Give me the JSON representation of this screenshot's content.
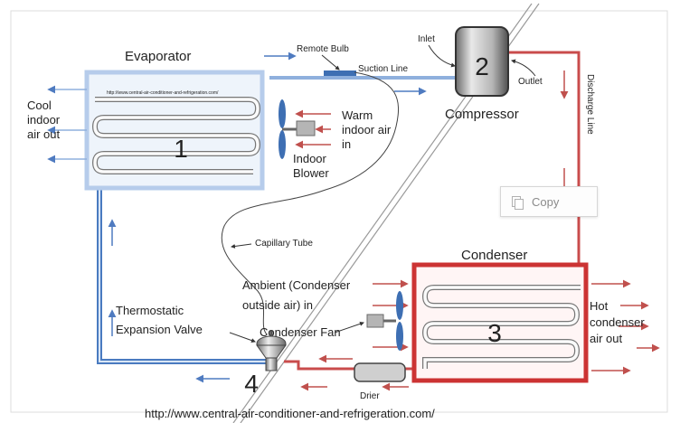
{
  "labels": {
    "evaporator": "Evaporator",
    "remote_bulb": "Remote Bulb",
    "inlet": "Inlet",
    "suction_line": "Suction Line",
    "compressor": "Compressor",
    "outlet": "Outlet",
    "discharge_line": "Discharge Line",
    "cool_air": [
      "Cool",
      "indoor",
      "air out"
    ],
    "warm_air": [
      "Warm",
      "indoor air",
      "in"
    ],
    "indoor_blower": [
      "Indoor",
      "Blower"
    ],
    "capillary_tube": "Capillary Tube",
    "condenser": "Condenser",
    "ambient_air": [
      "Ambient (Condenser",
      "outside air) in"
    ],
    "condenser_fan": "Condenser  Fan",
    "txv": [
      "Thermostatic",
      "Expansion Valve"
    ],
    "hot_air": [
      "Hot",
      "condenser",
      "air out"
    ],
    "drier": "Drier",
    "evaporator_url": "http://www.central-air-conditioner-and-refrigeration.com/",
    "footer_url": "http://www.central-air-conditioner-and-refrigeration.com/"
  },
  "components": {
    "evaporator": "1",
    "compressor": "2",
    "condenser": "3",
    "expansion_valve": "4"
  },
  "popup": {
    "copy_label": "Copy",
    "icon": "copy-icon"
  },
  "colors": {
    "cold_line": "#8fb0dd",
    "hot_line": "#c94c4c",
    "evaporator_box": "#b6cceb",
    "condenser_box": "#cc3333",
    "arrow_blue": "#4f7bc0",
    "arrow_red": "#c0504d"
  }
}
